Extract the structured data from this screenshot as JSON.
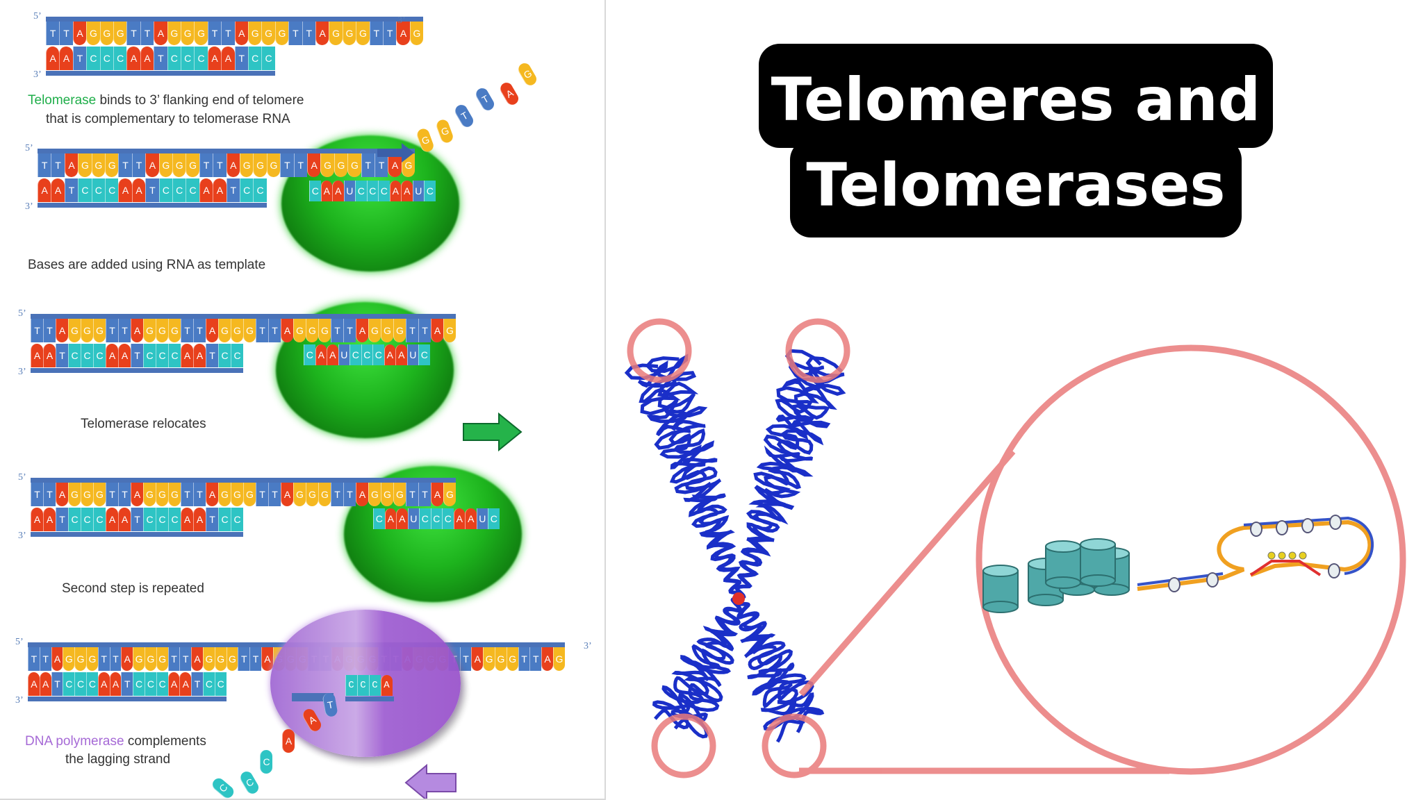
{
  "title": {
    "line1": "Telomeres and",
    "line2": "Telomerases"
  },
  "colors": {
    "T": "#4a7bc4",
    "A": "#e8401c",
    "G": "#f5b820",
    "C": "#2ec4c4",
    "U": "#4a7bc4",
    "telomerase": "#1db31d",
    "polymerase": "#a86ad8",
    "highlight_circle": "#e97a7a",
    "chromosome": "#1a2fc8"
  },
  "labels": {
    "five_prime": "5’",
    "three_prime": "3’"
  },
  "steps": [
    {
      "top": "TTAGGGTTAGGGTTAGGGTTAGGGTTAG",
      "bottom": "AATCCCAATCCCAATCC",
      "caption_highlight": "Telomerase",
      "caption_rest": " binds to 3’ flanking end of telomere",
      "caption_line2": "that is complementary to telomerase RNA"
    },
    {
      "top": "TTAGGGTTAGGGTTAGGGTTAGGGTTAG",
      "bottom": "AATCCCAATCCCAATCC",
      "rna": "CAAUCCCAAUC",
      "incoming": "GGTTAG",
      "caption": "Bases are added using RNA as template"
    },
    {
      "top": "TTAGGGTTAGGGTTAGGGTTAGGGTTAGGGTTAG",
      "bottom": "AATCCCAATCCCAATCC",
      "rna": "CAAUCCCAAUC",
      "caption": "Telomerase relocates"
    },
    {
      "top": "TTAGGGTTAGGGTTAGGGTTAGGGTTAGGGTTAG",
      "bottom": "AATCCCAATCCCAATCC",
      "rna": "CAAUCCCAAUC",
      "caption": "Second step is repeated"
    },
    {
      "top": "TTAGGGTTAGGGTTAGGGTTAGGGTTAGGGTTAGGGTTAGGGTTAG",
      "bottom": "AATCCCAATCCCAATCC",
      "primer": "CCCA",
      "incoming": "CCCAAT",
      "caption_highlight": "DNA polymerase",
      "caption_rest": " complements",
      "caption_line2": "the lagging strand"
    }
  ]
}
